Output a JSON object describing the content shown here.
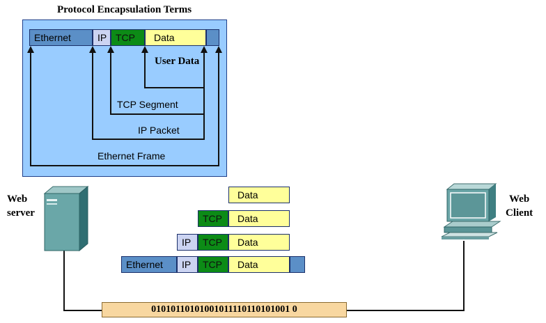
{
  "diagram": {
    "title": "Protocol Encapsulation Terms",
    "header": {
      "ethernet": "Ethernet",
      "ip": "IP",
      "tcp": "TCP",
      "data": "Data"
    },
    "terms": {
      "user_data": "User Data",
      "tcp_segment": "TCP Segment",
      "ip_packet": "IP Packet",
      "ethernet_frame": "Ethernet Frame"
    },
    "server_label": [
      "Web",
      "server"
    ],
    "client_label": [
      "Web",
      "Client"
    ],
    "stack": {
      "data": "Data",
      "tcp": "TCP",
      "ip": "IP",
      "ethernet": "Ethernet"
    },
    "bitstream": "01010110101001011110110101001 0"
  },
  "colors": {
    "panel": "#99ccff",
    "ethernet": "#5b8fc7",
    "ip": "#ccd4f2",
    "tcp": "#0c8b16",
    "data": "#ffff9a",
    "bits": "#f8d7a0"
  },
  "icons": [
    "server-icon",
    "computer-icon"
  ]
}
